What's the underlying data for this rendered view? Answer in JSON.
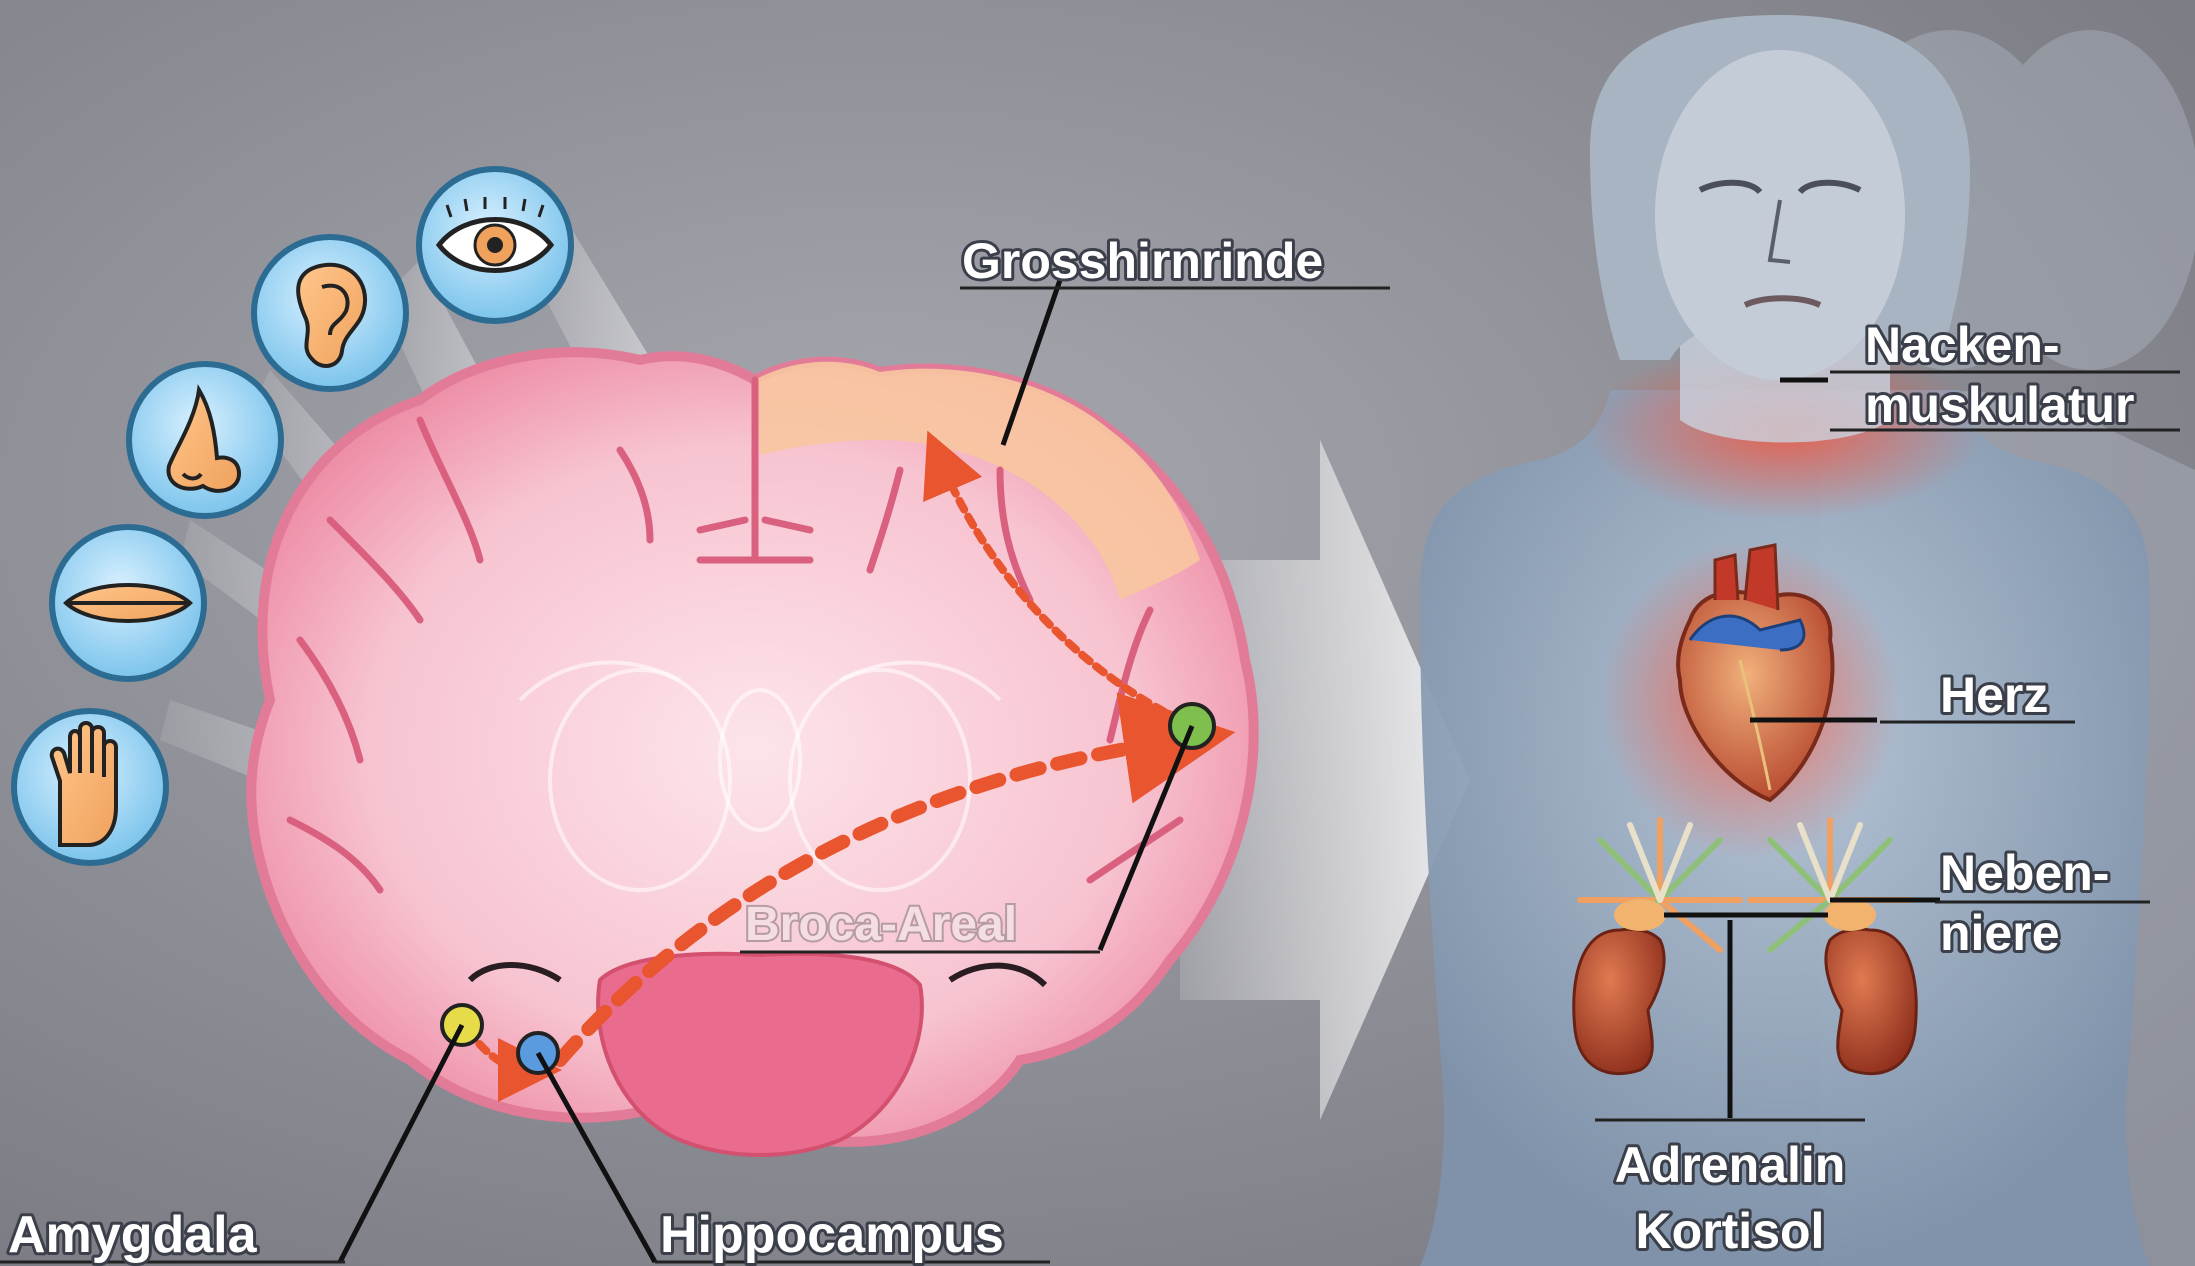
{
  "labels": {
    "grosshirnrinde": "Grosshirnrinde",
    "broca": "Broca-Areal",
    "amygdala": "Amygdala",
    "hippocampus": "Hippocampus",
    "nacken_1": "Nacken-",
    "nacken_2": "muskulatur",
    "herz": "Herz",
    "nebenniere_1": "Neben-",
    "nebenniere_2": "niere",
    "hormone_1": "Adrenalin",
    "hormone_2": "Kortisol"
  },
  "sense_icons": [
    "eye-icon",
    "ear-icon",
    "nose-icon",
    "mouth-icon",
    "hand-icon"
  ],
  "colors": {
    "background": "#8d8f97",
    "brain_tissue": "#f4a9bd",
    "cortex_highlight": "#f6c89a",
    "pathway": "#e8552f",
    "amygdala_dot": "#e6dc4a",
    "hippocampus_dot": "#5a9be0",
    "broca_dot": "#7fbf4d",
    "icon_ring": "#4f9fd0",
    "body": "#9eb1c7"
  }
}
